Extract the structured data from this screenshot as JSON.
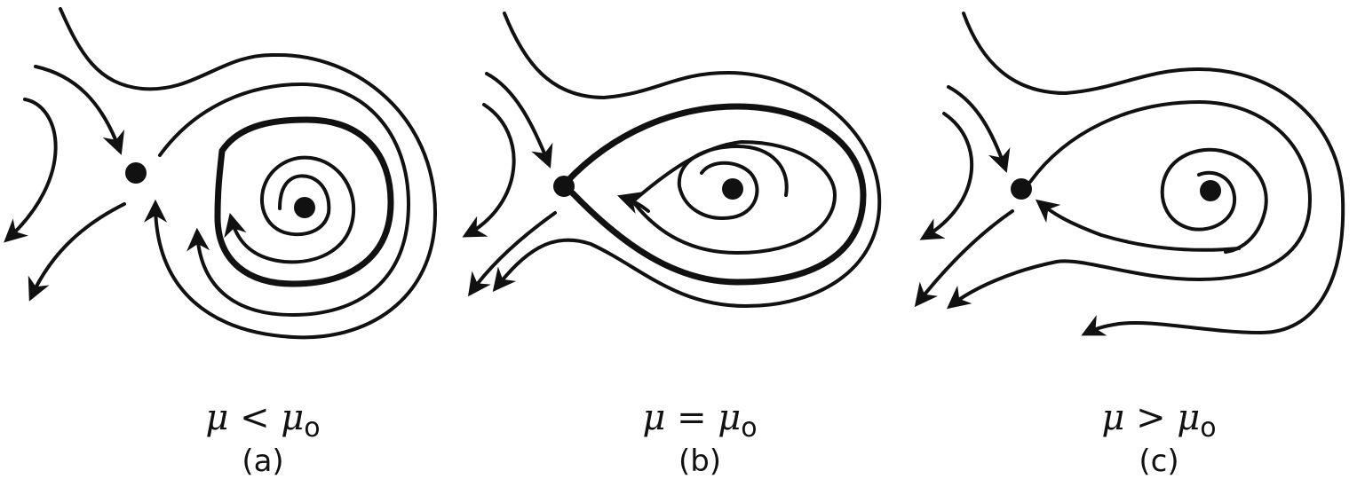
{
  "panels": [
    {
      "id": "a",
      "condition_symbol": "μ",
      "condition_relation": "<",
      "condition_rhs": "μ",
      "condition_subscript": "o",
      "letter": "(a)"
    },
    {
      "id": "b",
      "condition_symbol": "μ",
      "condition_relation": "=",
      "condition_rhs": "μ",
      "condition_subscript": "o",
      "letter": "(b)"
    },
    {
      "id": "c",
      "condition_symbol": "μ",
      "condition_relation": ">",
      "condition_rhs": "μ",
      "condition_subscript": "o",
      "letter": "(c)"
    }
  ],
  "colors": {
    "ink": "#111111",
    "background": "#ffffff"
  }
}
